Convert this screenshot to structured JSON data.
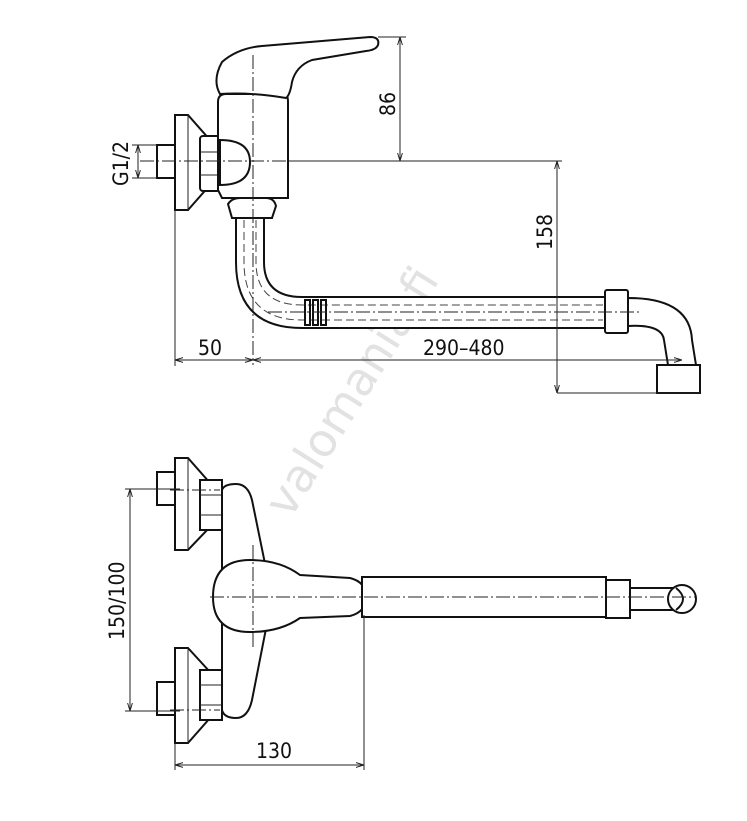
{
  "watermark": "valomania.fi",
  "side_view": {
    "dim_handle_height": "86",
    "dim_thread": "G1/2",
    "dim_spout_drop": "158",
    "dim_wall_offset": "50",
    "dim_spout_length": "290–480"
  },
  "top_view": {
    "dim_inlet_spacing": "150/100",
    "dim_depth": "130"
  }
}
